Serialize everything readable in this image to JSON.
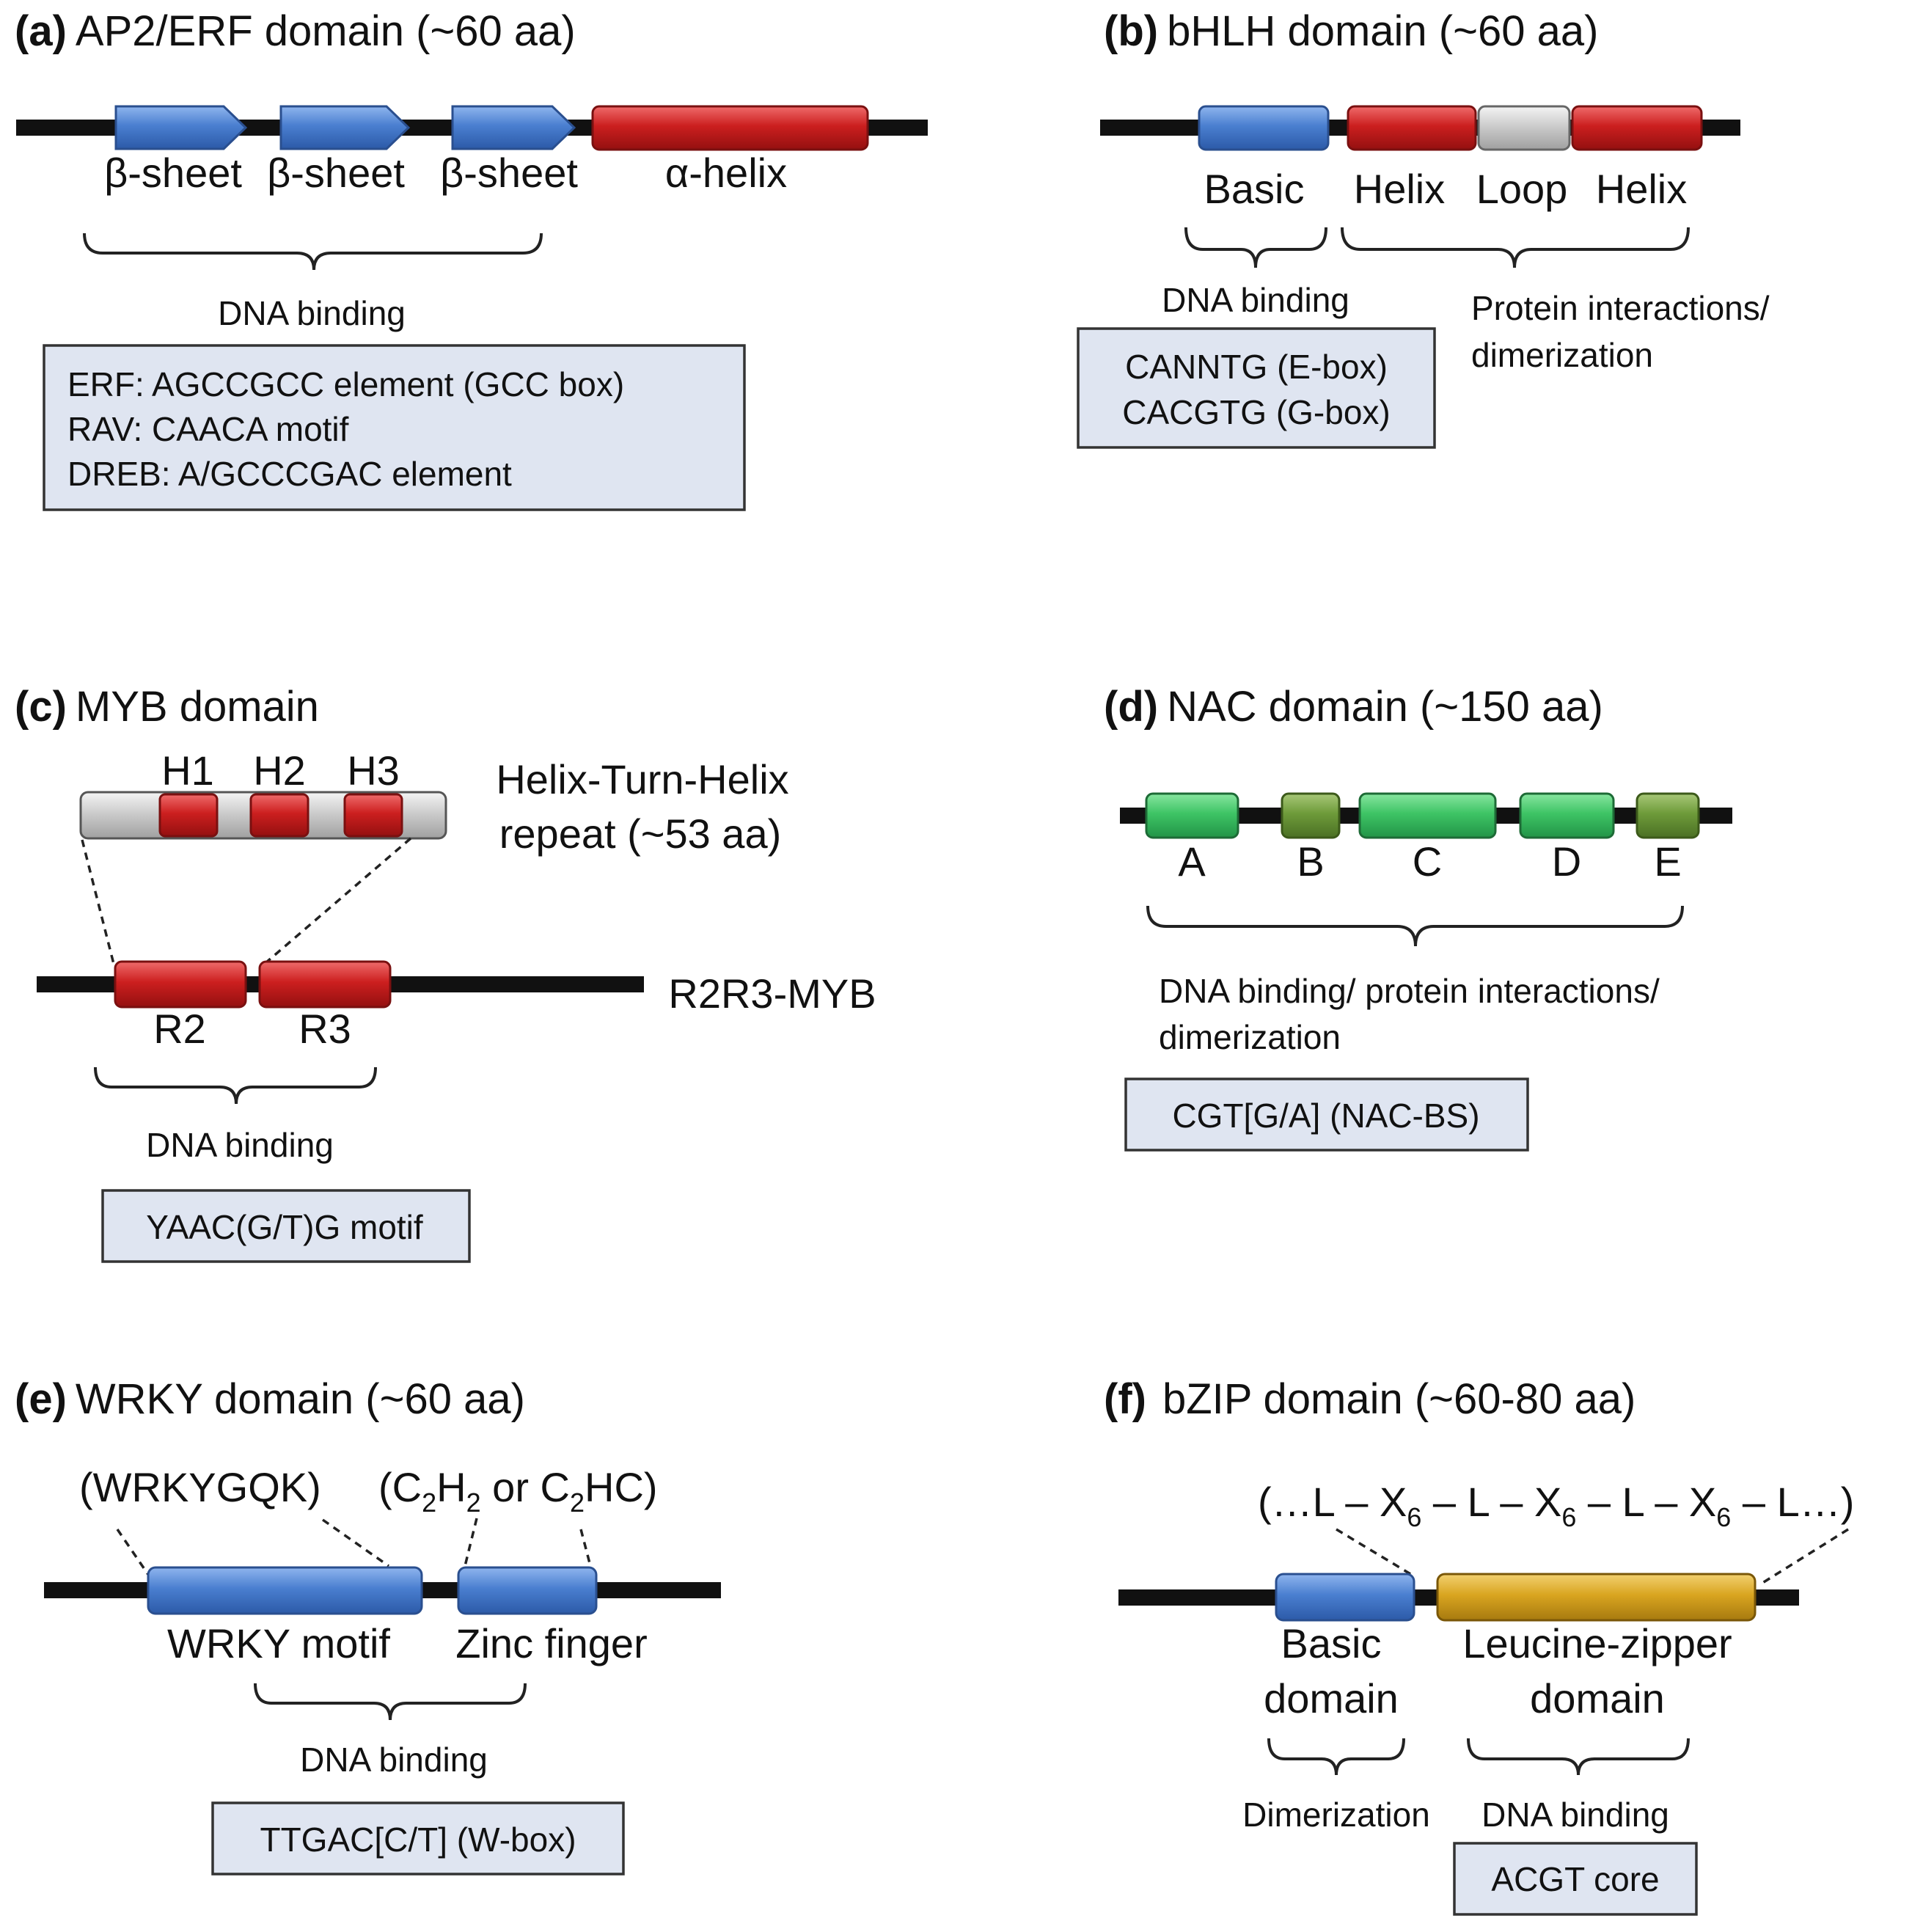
{
  "colors": {
    "blue": "#4a7fd0",
    "red": "#cc1f1f",
    "grey": "#c8c8c8",
    "green": "#3ec465",
    "olive": "#6e9b3a",
    "gold": "#d9a520",
    "box_fill": "#dfe5f1"
  },
  "panel_a": {
    "letter": "(a)",
    "title": "AP2/ERF domain (~60 aa)",
    "labels": [
      "β-sheet",
      "β-sheet",
      "β-sheet",
      "α-helix"
    ],
    "bracket_label": "DNA binding",
    "box_lines": [
      "ERF: AGCCGCC element (GCC box)",
      "RAV: CAACA motif",
      "DREB: A/GCCCGAC element"
    ]
  },
  "panel_b": {
    "letter": "(b)",
    "title": "bHLH domain (~60 aa)",
    "labels": [
      "Basic",
      "Helix",
      "Loop",
      "Helix"
    ],
    "bracket_left_label": "DNA binding",
    "bracket_right_label": [
      "Protein interactions/",
      "dimerization"
    ],
    "box_lines": [
      "CANNTG (E-box)",
      "CACGTG (G-box)"
    ]
  },
  "panel_c": {
    "letter": "(c)",
    "title": "MYB domain",
    "helix_labels": [
      "H1",
      "H2",
      "H3"
    ],
    "repeat_label": [
      "Helix-Turn-Helix",
      "repeat (~53 aa)"
    ],
    "protein_name": "R2R3-MYB",
    "repeat_names": [
      "R2",
      "R3"
    ],
    "bracket_label": "DNA binding",
    "box_lines": [
      "YAAC(G/T)G motif"
    ]
  },
  "panel_d": {
    "letter": "(d)",
    "title": "NAC domain (~150 aa)",
    "labels": [
      "A",
      "B",
      "C",
      "D",
      "E"
    ],
    "bracket_label": [
      "DNA binding/ protein interactions/",
      "dimerization"
    ],
    "box_lines": [
      "CGT[G/A] (NAC-BS)"
    ]
  },
  "panel_e": {
    "letter": "(e)",
    "title": "WRKY domain (~60 aa)",
    "motif_text": "(WRKYGQK)",
    "zinc_text": {
      "open": "(C",
      "sub1": "2",
      "h": "H",
      "sub2": "2",
      "or": " or C",
      "sub3": "2",
      "tail": "HC)"
    },
    "labels": [
      "WRKY motif",
      "Zinc finger"
    ],
    "bracket_label": "DNA binding",
    "box_lines": [
      "TTGAC[C/T] (W-box)"
    ]
  },
  "panel_f": {
    "letter": "(f)",
    "title": "bZIP domain (~60-80 aa)",
    "heptad": {
      "start": "(…L – X",
      "sub": "6",
      "mid": " – L – X",
      "end": " – L…)"
    },
    "basic_label": [
      "Basic",
      "domain"
    ],
    "zipper_label": [
      "Leucine-zipper",
      "domain"
    ],
    "bracket_left_label": "Dimerization",
    "bracket_right_label": "DNA binding",
    "box_lines": [
      "ACGT core"
    ]
  }
}
